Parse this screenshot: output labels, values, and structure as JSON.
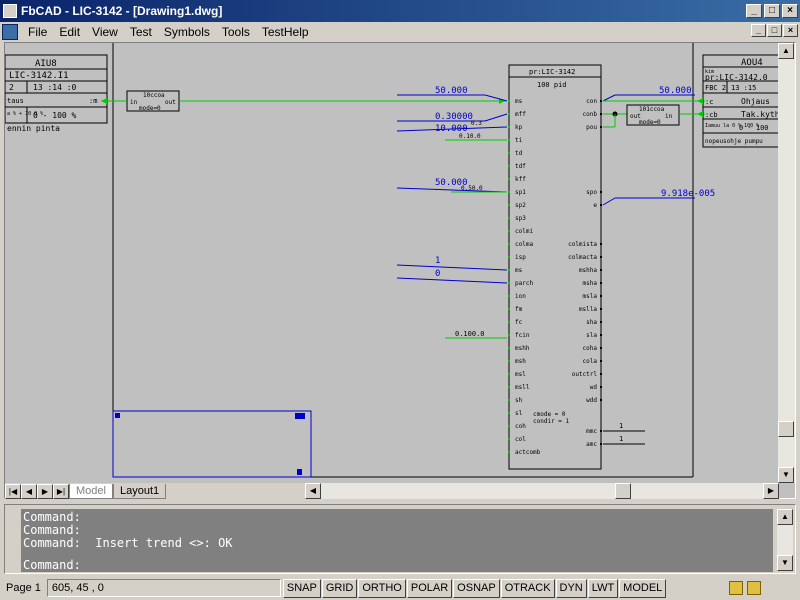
{
  "window": {
    "title": "FbCAD - LIC-3142 - [Drawing1.dwg]",
    "buttons": [
      "_",
      "□",
      "×"
    ],
    "mdi_buttons": [
      "_",
      "□",
      "×"
    ]
  },
  "menu": {
    "items": [
      "File",
      "Edit",
      "View",
      "Test",
      "Symbols",
      "Tools",
      "TestHelp"
    ]
  },
  "drawing": {
    "left_block": {
      "name": "AIU8",
      "tag": "LIC-3142.I1",
      "row_a": "2",
      "row_b": "13 :14 :0",
      "pin_left": "taus",
      "pin_right": ":m",
      "range": "0 - 100 %",
      "footer": "ennin pinta",
      "small_text": "a %\n+ 10\n0 %"
    },
    "right_block": {
      "name": "AOU4",
      "kind": "kim",
      "tag": "pr:LIC-3142.0",
      "row_a": "FBC 2",
      "row_b": "13 :15",
      "pin_c": ":c",
      "pin_c_text": "Ohjaus",
      "pin_cb": ":cb",
      "pin_cb_text": "Tak.kyth",
      "range": "0 - 100",
      "small_text": "Iamuu la\n0 %\n100 %",
      "footer": "nopeusohje pumpu"
    },
    "ccoa_left": {
      "title": "10ccoa",
      "pin_in": "in",
      "pin_out": "out",
      "mode": "mode=0"
    },
    "ccoa_right": {
      "title": "101ccoa",
      "pin_in": "in",
      "pin_out": "out",
      "mode": "mode=0"
    },
    "pid": {
      "header": "pr:LIC-3142",
      "title": "100 pid",
      "left_pins": [
        "ms",
        "mff",
        "kp",
        "ti",
        "td",
        "tdf",
        "kff",
        "sp1",
        "sp2",
        "sp3",
        "colmi",
        "colma",
        "isp",
        "ms",
        "parch",
        "ion",
        "fm",
        "fc",
        "fcin",
        "mshh",
        "msh",
        "msl",
        "msll",
        "sh",
        "sl",
        "coh",
        "col",
        "actcomb"
      ],
      "right_pins_top": [
        "con",
        "conb",
        "pou"
      ],
      "right_pins_mid": [
        "spo",
        "e"
      ],
      "right_pins_bottom": [
        "colmista",
        "colmacta",
        "mshha",
        "msha",
        "msla",
        "mslla",
        "sha",
        "sla",
        "coha",
        "cola",
        "outctrl",
        "wd",
        "wdd"
      ],
      "right_pins_end": [
        "mmc",
        "amc"
      ],
      "note1": "cmode = 0",
      "note2": "condir = 1"
    },
    "labels": {
      "ms_val": "50.000",
      "mff_val": "0.30000",
      "mff_sub": "0.3",
      "kp_val": "10.000",
      "ti_val": "0.10.0",
      "kff_val": "50.000",
      "sp1_val": "0.50.0",
      "isp_val": "1",
      "ms2_val": "0",
      "fcin_val": "0.100.0",
      "con_val": "50.000",
      "spo_val": "9.918e-005",
      "mmc_val": "1",
      "amc_val": "1"
    }
  },
  "tabs": {
    "nav": [
      "|◀",
      "◀",
      "▶",
      "▶|"
    ],
    "model": "Model",
    "layout": "Layout1"
  },
  "command": {
    "history": [
      "Command:",
      "Command:",
      "Command:  Insert trend <>: OK"
    ],
    "prompt": "Command:"
  },
  "status": {
    "page": "Page 1",
    "coords": "605, 45 , 0",
    "toggles": [
      "SNAP",
      "GRID",
      "ORTHO",
      "POLAR",
      "OSNAP",
      "OTRACK",
      "DYN",
      "LWT",
      "MODEL"
    ]
  },
  "colors": {
    "title_start": "#0a246a",
    "title_end": "#3a6ea5",
    "wire_blue": "#0000cc",
    "wire_green": "#00cc00",
    "canvas": "#c0c0c0",
    "command_bg": "#808080"
  }
}
